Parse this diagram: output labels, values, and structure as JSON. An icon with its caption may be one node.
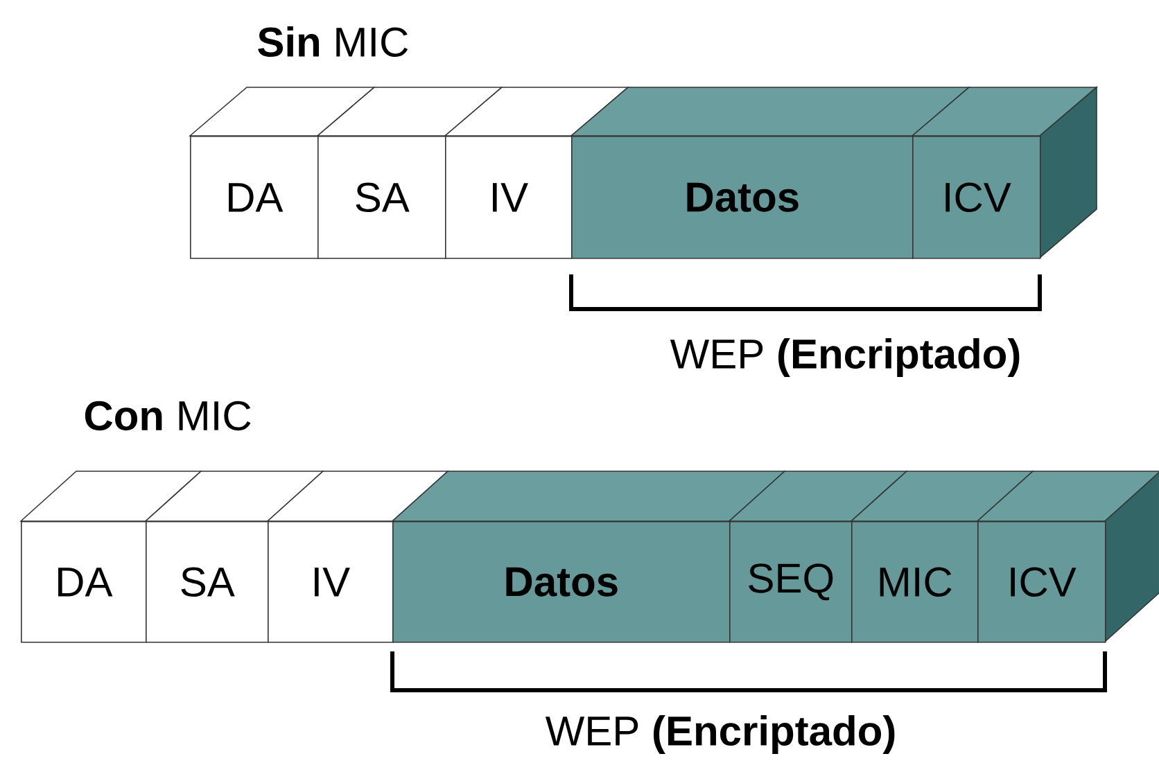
{
  "diagram": {
    "nodes": [
      {
        "text": [
          "DA"
        ]
      },
      {
        "text": [
          "SA"
        ]
      },
      {
        "text": [
          "IV"
        ]
      },
      {
        "text": [
          "Datos"
        ]
      },
      {
        "text": [
          "ICV"
        ]
      },
      {
        "text": [
          "DA"
        ]
      },
      {
        "text": [
          "SA"
        ]
      },
      {
        "text": [
          "IV"
        ]
      },
      {
        "text": [
          "Datos"
        ]
      },
      {
        "text": [
          "SEQ"
        ]
      },
      {
        "text": [
          "MIC"
        ]
      },
      {
        "text": [
          "ICV"
        ]
      }
    ],
    "edges": [],
    "labels": [
      "**Sin** MIC",
      "WEP **(Encriptado)**",
      "**Con** MIC",
      "WEP **(Encriptado)**"
    ]
  }
}
